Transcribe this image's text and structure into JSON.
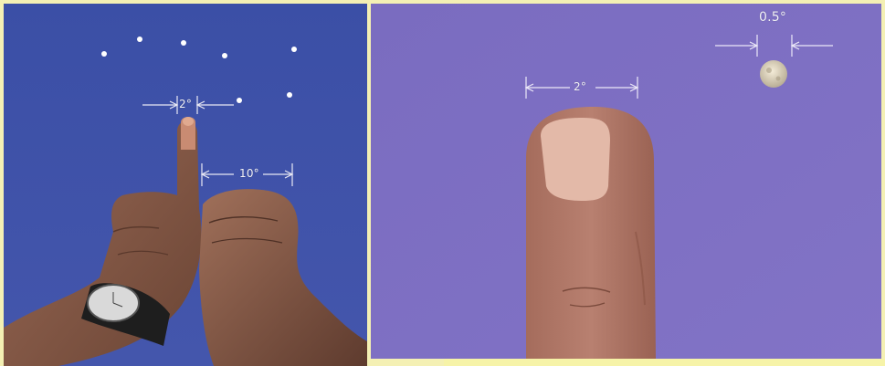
{
  "left_panel": {
    "labels": {
      "finger_width": "2°",
      "fist_width": "10°"
    }
  },
  "right_panel": {
    "labels": {
      "thumb_width": "2°",
      "moon_width": "0.5°"
    }
  },
  "colors": {
    "left_sky": "#3a4fa5",
    "right_sky": "#7d6fc3",
    "frame": "#f4f0b4",
    "skin": "#b07a63",
    "watch_band": "#1e1e1e"
  },
  "icons": {
    "moon": "moon-icon",
    "star": "star-icon",
    "arrow": "dimension-arrow-icon"
  }
}
